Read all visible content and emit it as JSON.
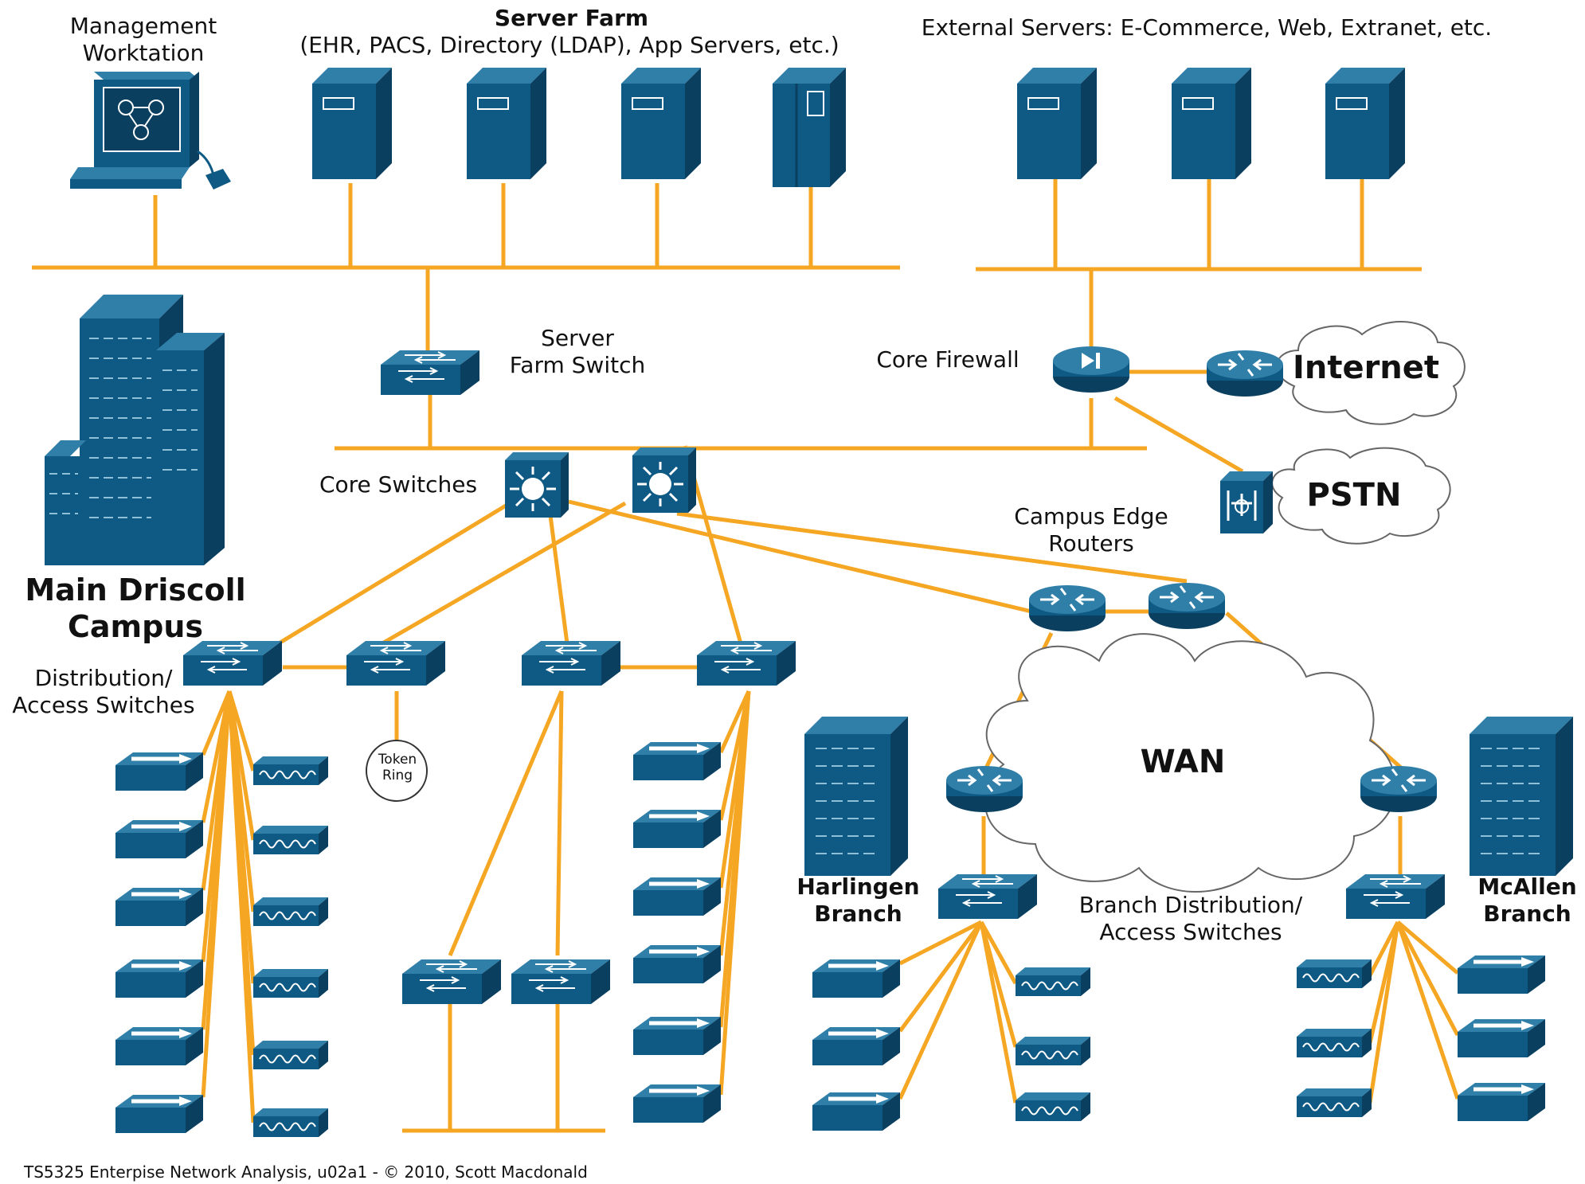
{
  "colors": {
    "device": "#0f5a84",
    "device_dark": "#0a3f60",
    "device_light": "#2f7fa9",
    "link": "#f5a623",
    "cloud_stroke": "#666666"
  },
  "labels": {
    "management": "Management\nWorktation",
    "server_farm_title": "Server Farm",
    "server_farm_subtitle": "(EHR, PACS, Directory (LDAP), App Servers, etc.)",
    "external_servers": "External Servers: E-Commerce, Web, Extranet, etc.",
    "server_farm_switch": "Server\nFarm Switch",
    "core_firewall": "Core Firewall",
    "internet": "Internet",
    "pstn": "PSTN",
    "core_switches": "Core Switches",
    "campus_edge_routers": "Campus Edge\nRouters",
    "main_campus": "Main Driscoll\nCampus",
    "dist_access": "Distribution/\nAccess Switches",
    "token_ring": "Token\nRing",
    "wan": "WAN",
    "harlingen": "Harlingen\nBranch",
    "mcallen": "McAllen\nBranch",
    "branch_dist": "Branch Distribution/\nAccess Switches",
    "footer": "TS5325 Enterpise Network Analysis, u02a1 - © 2010, Scott Macdonald"
  },
  "icons": [
    "workstation-icon",
    "server-icon",
    "mainframe-icon",
    "switch-icon",
    "layer3-switch-icon",
    "firewall-icon",
    "router-icon",
    "pbx-icon",
    "cloud-icon",
    "building-icon",
    "hub-icon",
    "token-ring-icon"
  ]
}
